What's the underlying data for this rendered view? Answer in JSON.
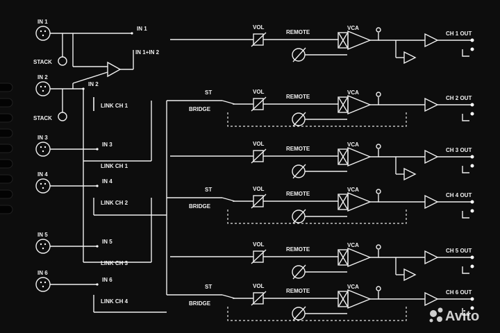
{
  "inputs": [
    {
      "jack_label": "IN 1",
      "switch_label": "IN 1",
      "alt_label": "IN 1+IN 2"
    },
    {
      "jack_label": "IN 2",
      "switch_label": "IN 2",
      "alt_label": "LINK CH 1"
    },
    {
      "jack_label": "IN 3",
      "switch_label": "IN 3",
      "alt_label": "LINK CH 1"
    },
    {
      "jack_label": "IN 4",
      "switch_label": "IN 4",
      "alt_label": "LINK CH 2"
    },
    {
      "jack_label": "IN 5",
      "switch_label": "IN 5",
      "alt_label": "LINK CH 3"
    },
    {
      "jack_label": "IN 6",
      "switch_label": "IN 6",
      "alt_label": "LINK CH 4"
    }
  ],
  "stack_label": "STACK",
  "channels": [
    {
      "out": "CH 1 OUT"
    },
    {
      "out": "CH 2 OUT"
    },
    {
      "out": "CH 3 OUT"
    },
    {
      "out": "CH 4 OUT"
    },
    {
      "out": "CH 5 OUT"
    },
    {
      "out": "CH 6 OUT"
    }
  ],
  "labels": {
    "vol": "VOL",
    "remote": "REMOTE",
    "vca": "VCA",
    "st": "ST",
    "bridge": "BRIDGE"
  },
  "watermark": "Avito",
  "colors": {
    "background": "#0d0d0d",
    "lines": "#f0f0f0"
  }
}
